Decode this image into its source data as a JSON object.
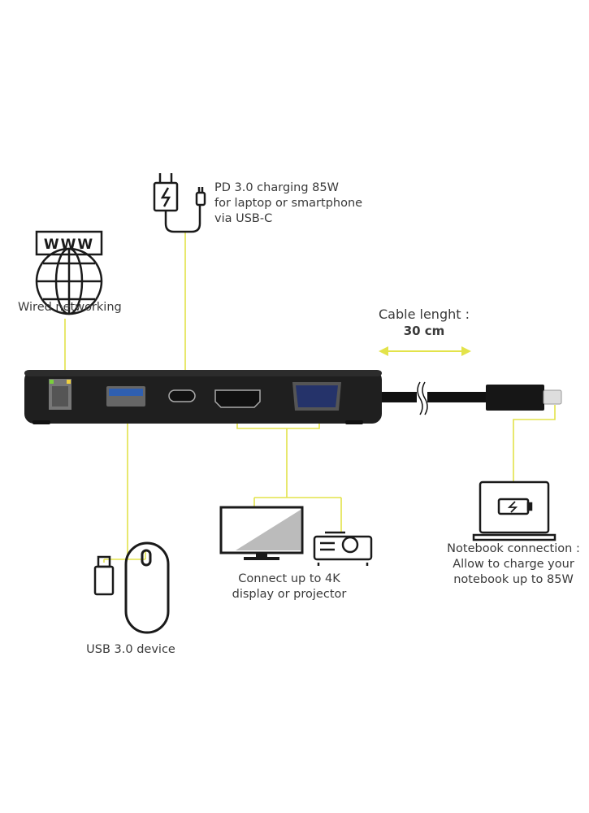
{
  "colors": {
    "connector_line": "#e3e34a",
    "hub_body": "#1f1f1f",
    "icon_stroke": "#1a1a1a"
  },
  "labels": {
    "wired_networking": "Wired networking",
    "www": "WWW",
    "pd_charging": [
      "PD 3.0 charging 85W",
      "for laptop or smartphone",
      "via USB-C"
    ],
    "cable_length_label": "Cable lenght :",
    "cable_length_value": "30 cm",
    "notebook": [
      "Notebook connection :",
      "Allow to  charge your",
      "notebook up to 85W"
    ],
    "display": [
      "Connect up to 4K",
      "display or projector"
    ],
    "usb_device": "USB 3.0 device"
  }
}
